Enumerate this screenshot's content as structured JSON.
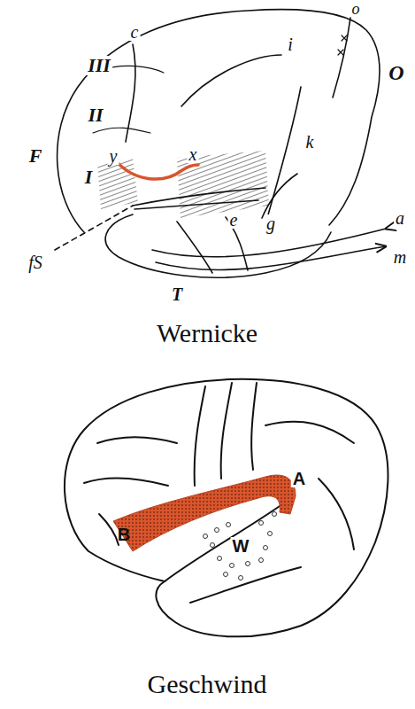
{
  "diagram": {
    "labels": [
      "III",
      "II",
      "I",
      "F",
      "c",
      "i",
      "o",
      "O",
      "k",
      "y",
      "x",
      "e",
      "g",
      "fS",
      "T",
      "a",
      "m",
      "Wernicke",
      "B",
      "A",
      "W",
      "Geschwind"
    ]
  }
}
